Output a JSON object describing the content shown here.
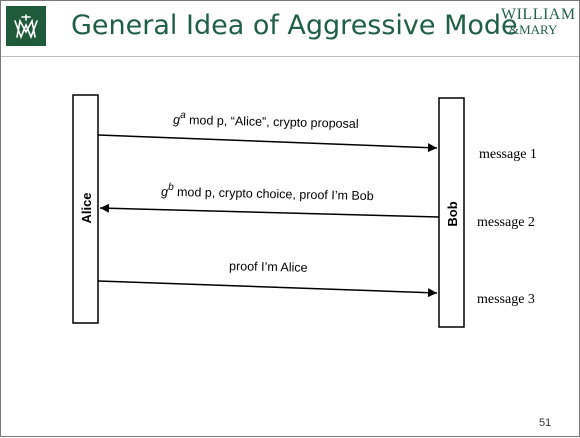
{
  "slide": {
    "title": "General Idea of Aggressive Mode",
    "logo_icon": "william-and-mary-cypher-logo",
    "wordmark_line1": "WILLIAM",
    "wordmark_line2": "&MARY",
    "page_number": "51",
    "accent_color": "#1f5f45"
  },
  "diagram": {
    "actors": {
      "left": "Alice",
      "right": "Bob"
    },
    "messages": [
      {
        "base": "g",
        "sup": "a",
        "text": " mod p, “Alice”, crypto proposal",
        "direction": "right",
        "label": "message 1"
      },
      {
        "base": "g",
        "sup": "b",
        "text": " mod p, crypto choice, proof I’m Bob",
        "direction": "left",
        "label": "message 2"
      },
      {
        "base": "",
        "sup": "",
        "text": "proof I’m Alice",
        "direction": "right",
        "label": "message 3"
      }
    ]
  }
}
